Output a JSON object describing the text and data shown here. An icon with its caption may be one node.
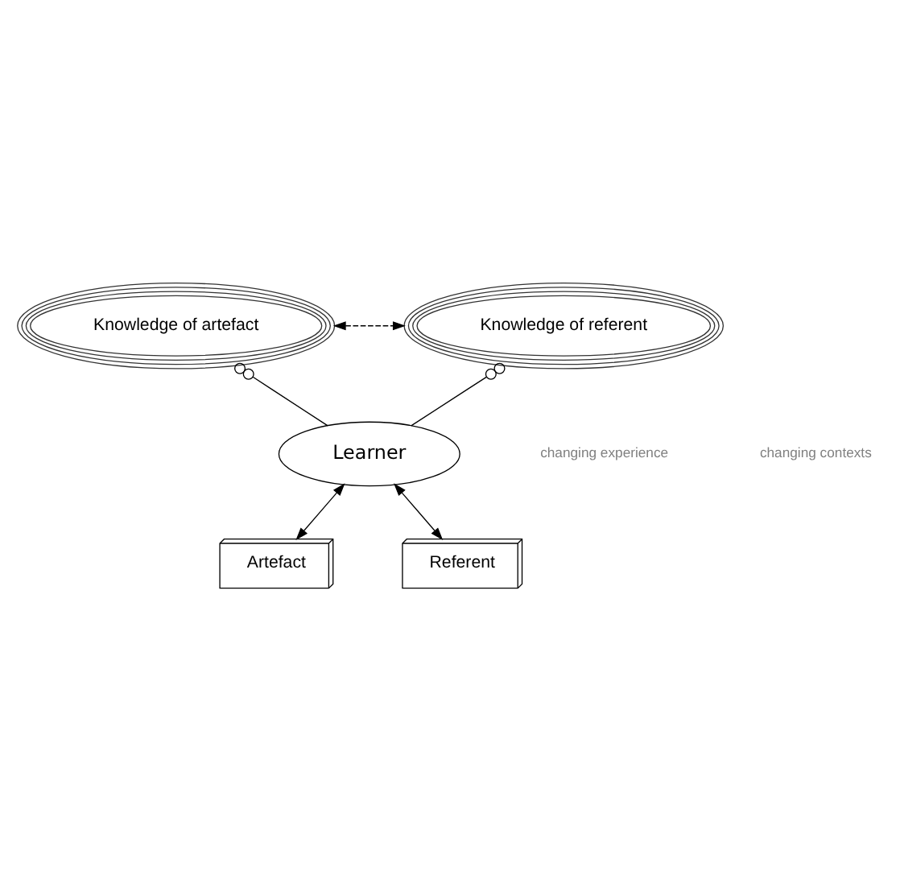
{
  "diagram": {
    "nodes": [
      {
        "text": [
          "Knowledge of artefact"
        ]
      },
      {
        "text": [
          "Knowledge of referent"
        ]
      },
      {
        "text": [
          "Learner"
        ]
      },
      {
        "text": [
          "Artefact"
        ]
      },
      {
        "text": [
          "Referent"
        ]
      }
    ],
    "edges": [
      {
        "from": 0,
        "to": 1,
        "arrow": "both",
        "style": "dashed"
      },
      {
        "from": 2,
        "to": 0,
        "arrow": "other"
      },
      {
        "from": 2,
        "to": 1,
        "arrow": "other"
      },
      {
        "from": 2,
        "to": 3,
        "arrow": "both"
      },
      {
        "from": 2,
        "to": 4,
        "arrow": "both"
      }
    ],
    "labels": [
      "changing experience",
      "changing contexts"
    ]
  }
}
